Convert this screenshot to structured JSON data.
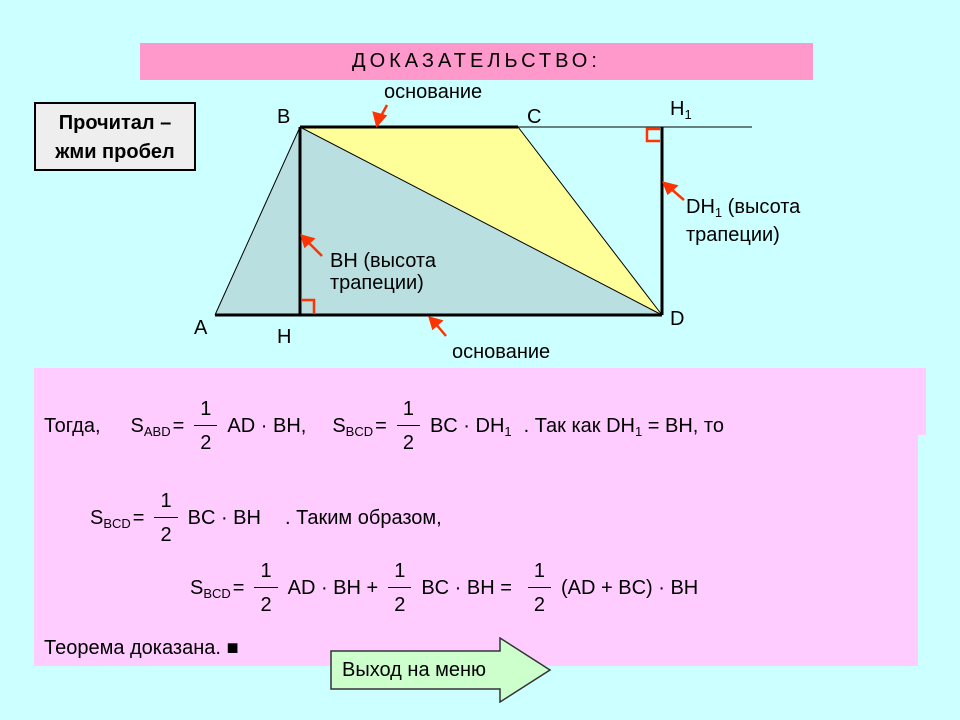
{
  "title": "ДОКАЗАТЕЛЬСТВО:",
  "read_button": {
    "line1": "Прочитал –",
    "line2": "жми пробел"
  },
  "diagram": {
    "points": {
      "A": "A",
      "B": "B",
      "C": "C",
      "D": "D",
      "H": "H",
      "H1": "H",
      "H1_sub": "1"
    },
    "base_top": "основание",
    "base_bottom": "основание",
    "bh_label": {
      "line1": "BH (высота",
      "line2": "трапеции)"
    },
    "dh1_label": {
      "prefix": "DH",
      "sub": "1",
      "line1_rest": " (высота",
      "line2": "трапеции)"
    },
    "colors": {
      "triangle_abd": "#b9dfe0",
      "triangle_bcd": "#ffff99",
      "marks": "#ff3300"
    }
  },
  "proof": {
    "line1": {
      "then": "Тогда,",
      "s": "S",
      "abd": "ABD",
      "eq": "=",
      "one": "1",
      "two": "2",
      "ad_bh": "AD · BH,",
      "bcd": "BCD",
      "bc_dh": "BC · DH",
      "sub1": "1",
      "since": ". Так как DH",
      "since_sub": "1",
      "since_rest": " = BH, то"
    },
    "line2": {
      "s": "S",
      "bcd": "BCD",
      "eq": "=",
      "one": "1",
      "two": "2",
      "bc_bh": "BC · BH",
      "thus": ". Таким образом,"
    },
    "line3": {
      "s": "S",
      "bcd": "BCD",
      "eq": "=",
      "one": "1",
      "two": "2",
      "ad_bh_plus": "AD · BH +",
      "bc_bh_eq": "BC · BH =",
      "sum_bh": "(AD + BC) · BH"
    },
    "conclusion": "Теорема доказана. ■"
  },
  "exit_button": "Выход на меню"
}
